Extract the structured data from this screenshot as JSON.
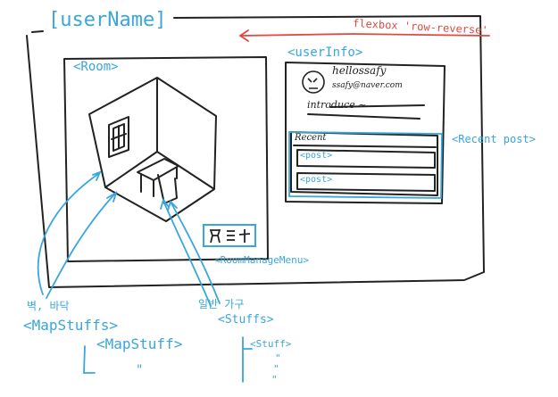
{
  "header": {
    "username_tag": "[userName]"
  },
  "annotations": {
    "flexbox_note": "flexbox 'row-reverse'",
    "room_tag": "<Room>",
    "userinfo_tag": "<userInfo>",
    "recent_post_tag": "<Recent post>",
    "post_tag_1": "<post>",
    "post_tag_2": "<post>",
    "room_manage_menu_tag": "<RoomManageMenu>",
    "map_stuffs_korean": "벽, 바닥",
    "map_stuffs_tag": "<MapStuffs>",
    "map_stuff_tag": "<MapStuff>",
    "map_stuff_ditto": "\"",
    "stuffs_korean": "일반 가구",
    "stuffs_tag": "<Stuffs>",
    "stuff_tag": "<Stuff>",
    "stuff_ditto_1": "\"",
    "stuff_ditto_2": "\"",
    "stuff_ditto_3": "\""
  },
  "user_info": {
    "username": "hellossafy",
    "email": "ssafy@naver.com",
    "introduce": "introduce ~",
    "recent_label": "Recent"
  },
  "colors": {
    "annotation": "#39a6dd",
    "flex_note": "#e04a43",
    "ink": "#222222"
  }
}
